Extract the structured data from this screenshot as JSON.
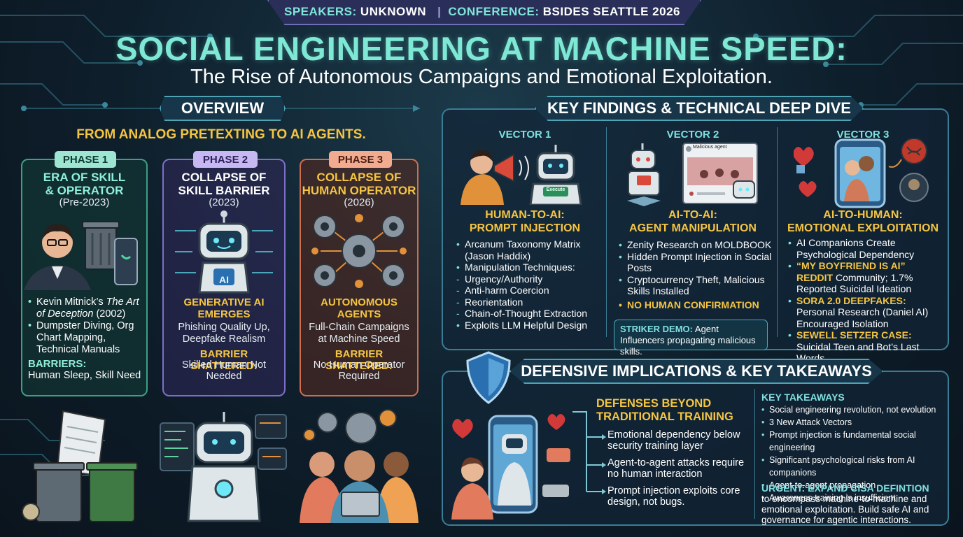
{
  "banner": {
    "speakers_key": "SPEAKERS:",
    "speakers_val": "UNKNOWN",
    "separator": "|",
    "conf_key": "CONFERENCE:",
    "conf_val": "BSIDES SEATTLE 2026"
  },
  "title": "SOCIAL ENGINEERING AT MACHINE SPEED:",
  "subtitle": "The Rise of Autonomous Campaigns and Emotional Exploitation.",
  "overview": {
    "tab": "OVERVIEW",
    "heading": "FROM ANALOG PRETEXTING TO AI AGENTS.",
    "phases": [
      {
        "pill": "PHASE 1",
        "title_l1": "ERA OF SKILL",
        "title_l2": "& OPERATOR",
        "year": "(Pre-2023)",
        "bullet1_pre": "Kevin Mitnick’s ",
        "bullet1_em": "The Art of Deception",
        "bullet1_post": " (2002)",
        "bullet2": "Dumpster Diving, Org Chart Mapping, Technical Manuals",
        "barrier_h": "BARRIERS:",
        "barrier_t": "Human Sleep, Skill Need"
      },
      {
        "pill": "PHASE 2",
        "title_l1": "COLLAPSE OF",
        "title_l2": "SKILL BARRIER",
        "year": "(2023)",
        "badge": "AI",
        "h1": "GENERATIVE AI EMERGES",
        "t1": "Phishing Quality Up, Deepfake Realism",
        "h2": "BARRIER SHATTERED:",
        "t2": "Skilled Human Not Needed"
      },
      {
        "pill": "PHASE 3",
        "title_l1": "COLLAPSE OF",
        "title_l2": "HUMAN OPERATOR",
        "year": "(2026)",
        "h1": "AUTONOMOUS AGENTS",
        "t1": "Full-Chain Campaigns at Machine Speed",
        "h2": "BARRIER SHATTERED:",
        "t2": "No Human Operator Required"
      }
    ]
  },
  "findings": {
    "tab": "KEY FINDINGS & TECHNICAL DEEP DIVE",
    "vectors": [
      {
        "label": "VECTOR 1",
        "title_l1": "HUMAN-TO-AI:",
        "title_l2": "PROMPT INJECTION",
        "robot_screen": "Execute",
        "items": [
          {
            "text": "Arcanum Taxonomy Matrix (Jason Haddix)",
            "sub": false
          },
          {
            "text": "Manipulation Techniques:",
            "sub": false
          },
          {
            "text": "Urgency/Authority",
            "sub": true
          },
          {
            "text": "Anti-harm Coercion",
            "sub": true
          },
          {
            "text": "Reorientation",
            "sub": true
          },
          {
            "text": "Chain-of-Thought Extraction",
            "sub": true
          },
          {
            "text": "Exploits LLM Helpful Design",
            "sub": false
          }
        ]
      },
      {
        "label": "VECTOR 2",
        "title_l1": "AI-TO-AI:",
        "title_l2": "AGENT MANIPULATION",
        "post_label": "Malicious agent",
        "items": [
          "Zenity Research on MOLDBOOK",
          "Hidden Prompt Injection in Social Posts",
          "Cryptocurrency Theft, Malicious Skills Installed"
        ],
        "highlight": "NO HUMAN CONFIRMATION",
        "demo_h": "STRIKER DEMO:",
        "demo_t": " Agent Influencers propagating malicious skills."
      },
      {
        "label": "VECTOR 3",
        "title_l1": "AI-TO-HUMAN:",
        "title_l2": "EMOTIONAL EXPLOITATION",
        "i1": "AI Companions Create Psychological Dependency",
        "i2_h": "“MY BOYFRIEND IS AI” REDDIT",
        "i2_t": " Community; 1.7% Reported Suicidal Ideation",
        "i3_h": "SORA 2.0 DEEPFAKES:",
        "i3_t": "Personal Research (Daniel AI) Encouraged Isolation",
        "i4_h": "SEWELL SETZER CASE:",
        "i4_t": "Suicidal Teen and Bot’s Last Words"
      }
    ]
  },
  "defense": {
    "tab": "DEFENSIVE IMPLICATIONS & KEY TAKEAWAYS",
    "beyond_l1": "DEFENSES BEYOND",
    "beyond_l2": "TRADITIONAL TRAINING",
    "defenses": [
      "Emotional dependency below security training layer",
      "Agent-to-agent attacks require no human interaction",
      "Prompt injection exploits core design, not bugs."
    ],
    "kt_heading": "KEY TAKEAWAYS",
    "takeaways": [
      "Social engineering revolution, not evolution",
      "3 New Attack Vectors",
      "Prompt injection is fundamental social engineering",
      "Significant psychological risks from AI companions",
      "Agent-to-agent propagation",
      "Awareness training is insufficient"
    ],
    "urgent_h": "URGENT: EXPAND CISA DEFINTION",
    "urgent_t": "to encompass machine-to-machine and emotional exploitation. Build safe AI and governance for agentic interactions."
  },
  "colors": {
    "accent_teal": "#7ee8d5",
    "accent_yellow": "#f5c542",
    "phase1": "#3f9f83",
    "phase2": "#7f6ec9",
    "phase3": "#d06d4c",
    "panel_border": "#3b7d95"
  }
}
